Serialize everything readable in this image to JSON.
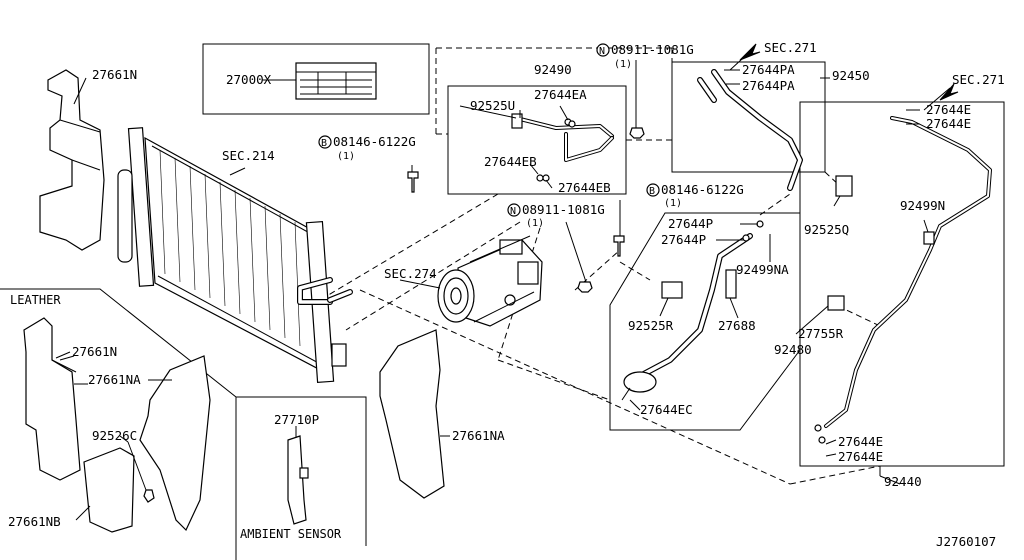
{
  "diagram_id": "J2760107",
  "labels": {
    "p27661N_top": "27661N",
    "p27000X": "27000X",
    "sec214": "SEC.214",
    "b08146_a": "08146-6122G",
    "b08146_a_qty": "(1)",
    "p92490": "92490",
    "p27644EA": "27644EA",
    "p92525U": "92525U",
    "p27644EB_a": "27644EB",
    "p27644EB_b": "27644EB",
    "n08911_a": "08911-1081G",
    "n08911_a_qty": "(1)",
    "sec271_a": "SEC.271",
    "p27644PA_a": "27644PA",
    "p27644PA_b": "27644PA",
    "p92450": "92450",
    "b08146_b": "08146-6122G",
    "b08146_b_qty": "(1)",
    "sec271_b": "SEC.271",
    "p27644E_a": "27644E",
    "p27644E_b": "27644E",
    "p92499N": "92499N",
    "p92525Q": "92525Q",
    "n08911_b": "08911-1081G",
    "n08911_b_qty": "(1)",
    "p27644P_a": "27644P",
    "p27644P_b": "27644P",
    "p92499NA": "92499NA",
    "sec274": "SEC.274",
    "p92525R": "92525R",
    "p27688": "27688",
    "p27755R": "27755R",
    "p92480": "92480",
    "p27644EC": "27644EC",
    "p27644E_c": "27644E",
    "p27644E_d": "27644E",
    "p92440": "92440",
    "leather": "LEATHER",
    "p27661N_bot": "27661N",
    "p27661NA_a": "27661NA",
    "p92526C": "92526C",
    "p27661NB": "27661NB",
    "p27710P": "27710P",
    "ambient": "AMBIENT SENSOR",
    "p27661NA_b": "27661NA",
    "circle_b": "B",
    "circle_n": "N"
  }
}
